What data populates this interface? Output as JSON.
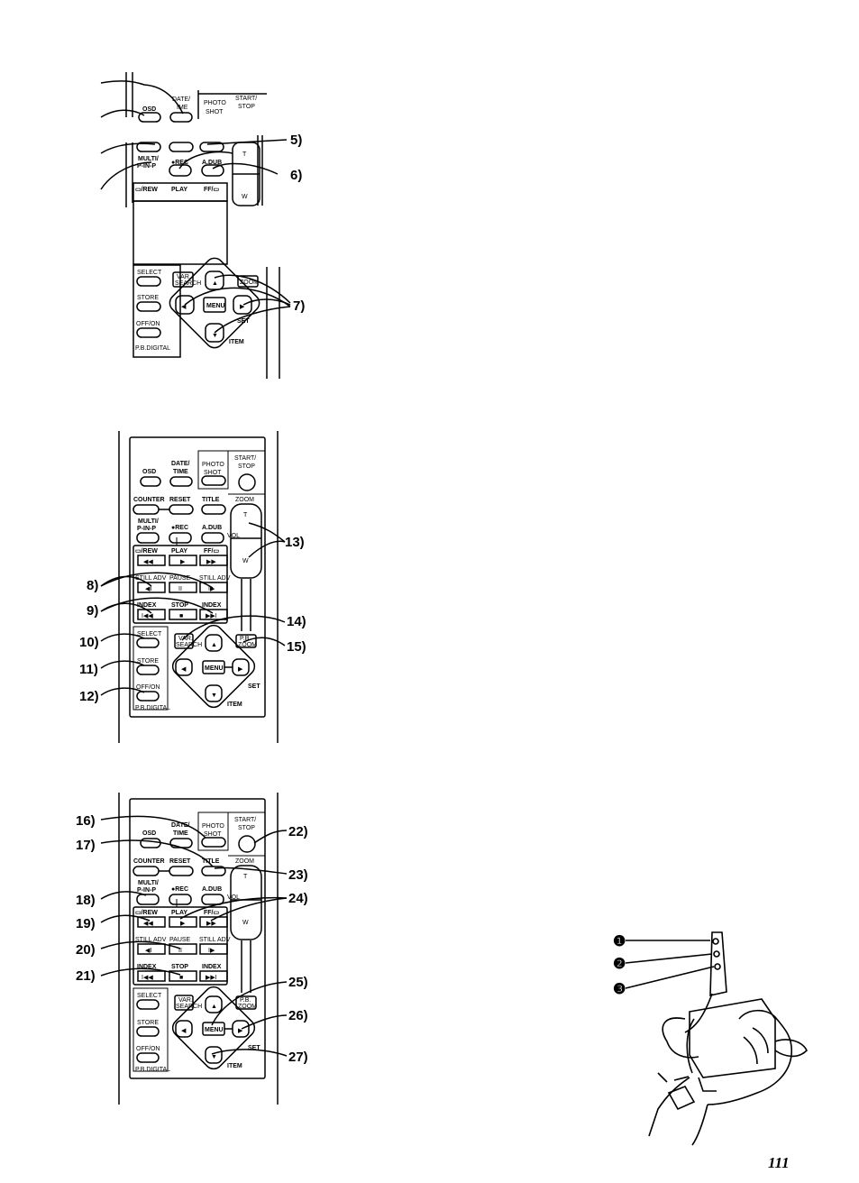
{
  "remote": {
    "osd": "OSD",
    "date_time": "DATE/\nTIME",
    "photo_shot": "PHOTO\nSHOT",
    "start_stop": "START/\nSTOP",
    "counter": "COUNTER",
    "reset": "RESET",
    "title": "TITLE",
    "zoom": "ZOOM",
    "multi": "MULTI/\nP-IN-P",
    "rec": "●REC",
    "a_dub": "A.DUB",
    "vol": "VOL",
    "t": "T",
    "w": "W",
    "rew": "◅◅/REW",
    "play": "PLAY",
    "ff": "FF/▻▻",
    "still_adv_l": "STILL ADV",
    "pause": "PAUSE",
    "still_adv_r": "STILL ADV",
    "index_l": "INDEX",
    "stop": "STOP",
    "index_r": "INDEX",
    "select": "SELECT",
    "var_search": "VAR.\nSEARCH",
    "pb_zoom": "P.B.\nZOOM",
    "store": "STORE",
    "menu": "MENU",
    "set": "SET",
    "off_on": "OFF/ON",
    "item": "ITEM",
    "pb_digital": "P.B.DIGITAL"
  },
  "callouts": {
    "top": [
      "5)",
      "6)",
      "7)"
    ],
    "middle": [
      "8)",
      "9)",
      "10)",
      "11)",
      "12)",
      "13)",
      "14)",
      "15)"
    ],
    "bottom": [
      "16)",
      "17)",
      "18)",
      "19)",
      "20)",
      "21)",
      "22)",
      "23)",
      "24)",
      "25)",
      "26)",
      "27)"
    ]
  },
  "mic_markers": [
    "❶",
    "❷",
    "❸"
  ],
  "page_number": "111"
}
